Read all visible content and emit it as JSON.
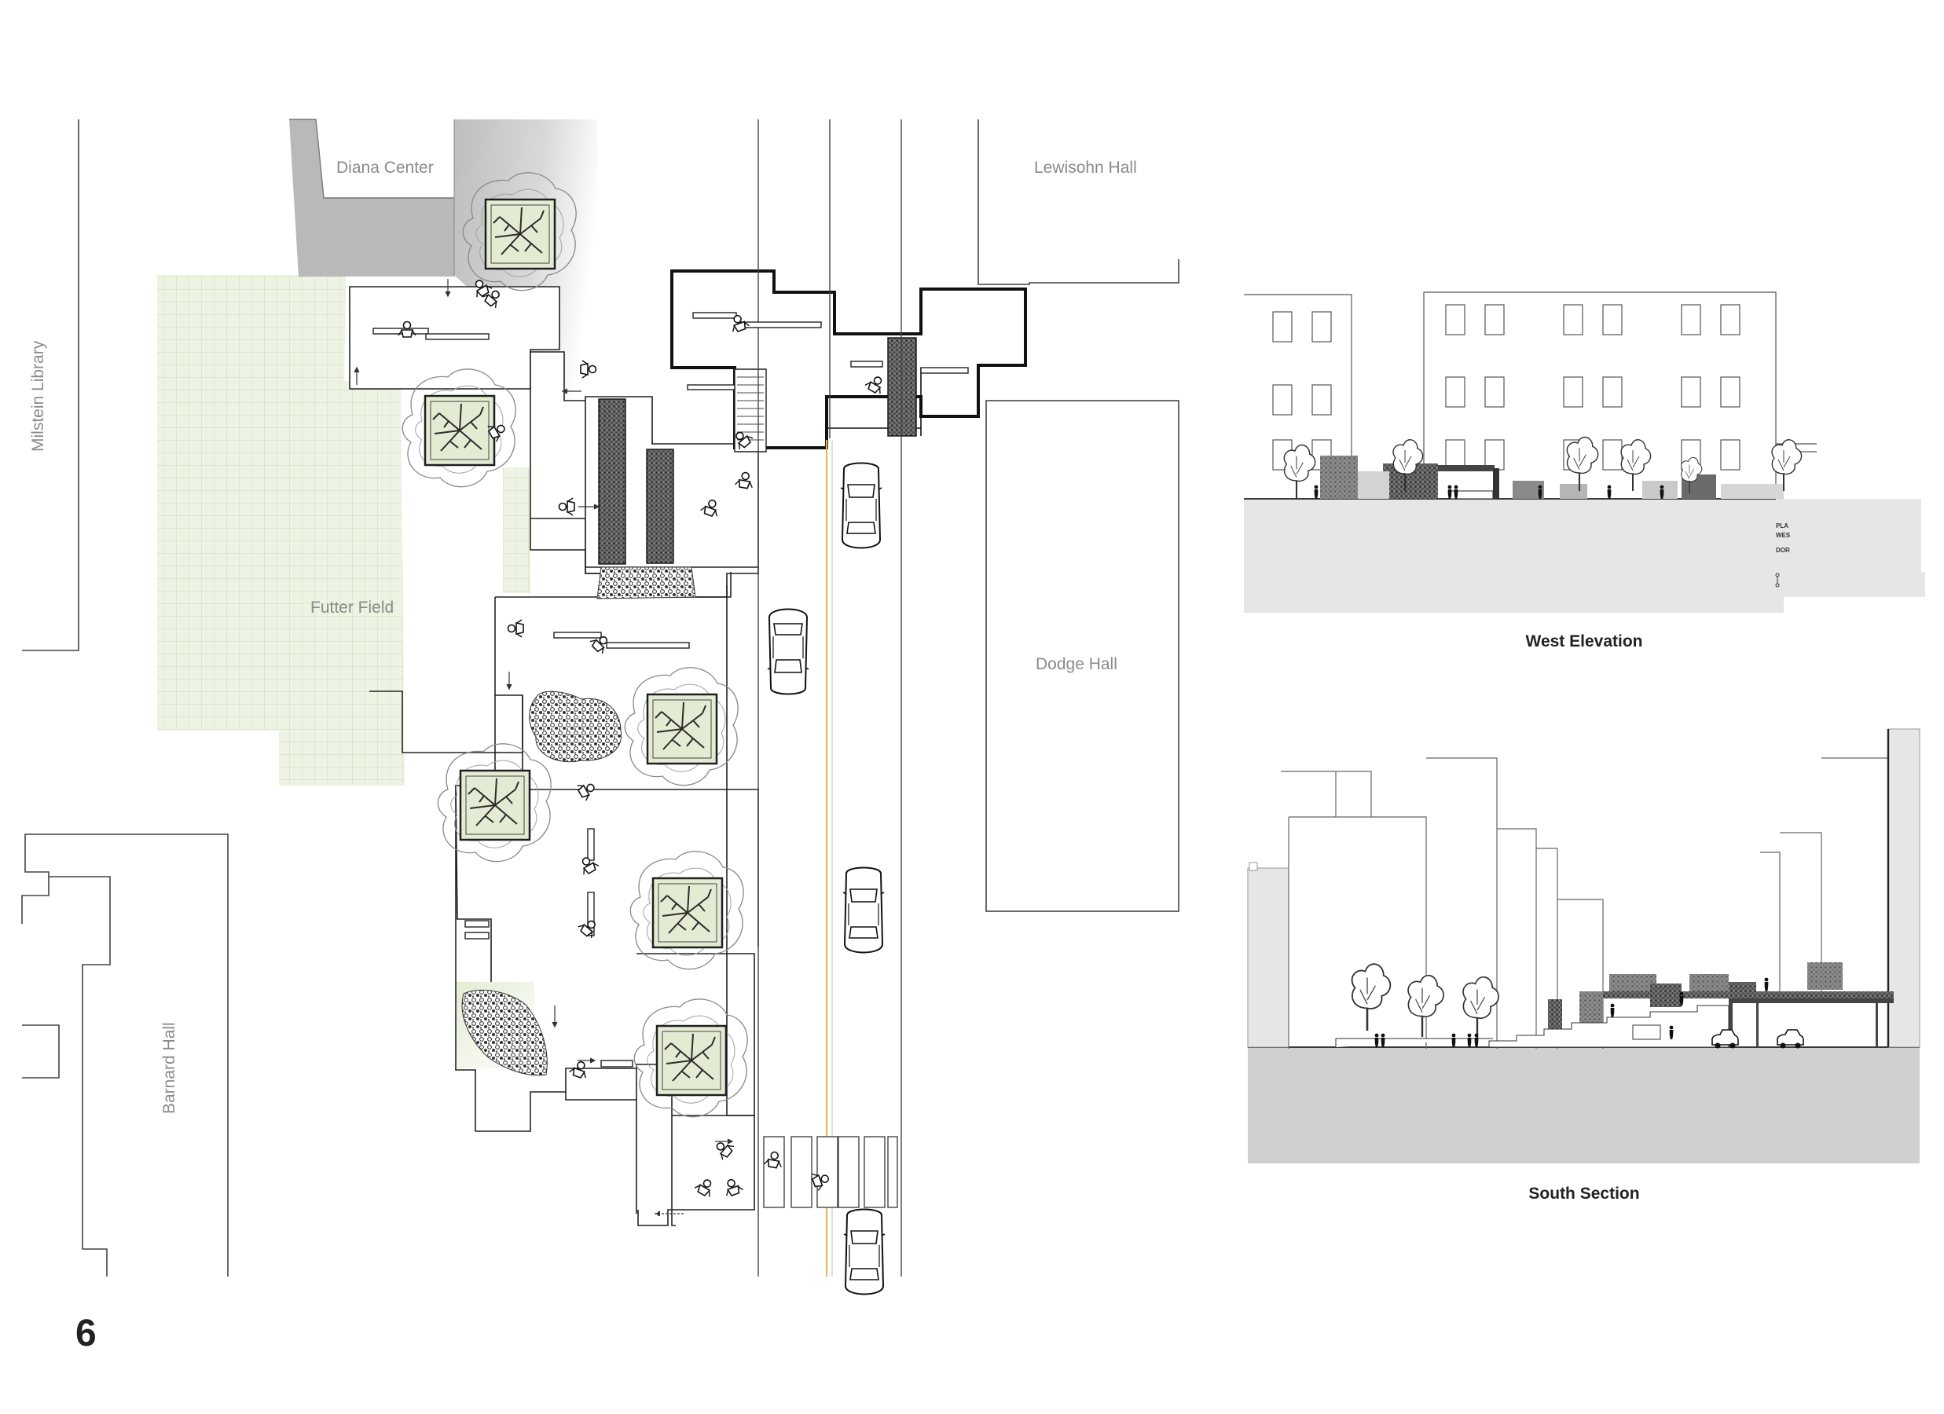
{
  "page_number": "6",
  "site_plan": {
    "buildings": {
      "diana_center": "Diana Center",
      "lewisohn_hall": "Lewisohn Hall",
      "milstein_library": "Milstein Library",
      "futter_field": "Futter Field",
      "dodge_hall": "Dodge Hall",
      "barnard_hall": "Barnard Hall"
    }
  },
  "west_elevation": {
    "caption": "West Elevation",
    "side_text": [
      "PLA",
      "WES",
      "DOR"
    ]
  },
  "south_section": {
    "caption": "South Section"
  },
  "colors": {
    "field_green": "#eaf1dd",
    "grid_line": "#cddcb9",
    "tree_fill": "#e4ecd3",
    "ground_gray": "#e6e6e6",
    "section_ground": "#d0d0d0",
    "paving_dark": "#4a4a4a"
  }
}
